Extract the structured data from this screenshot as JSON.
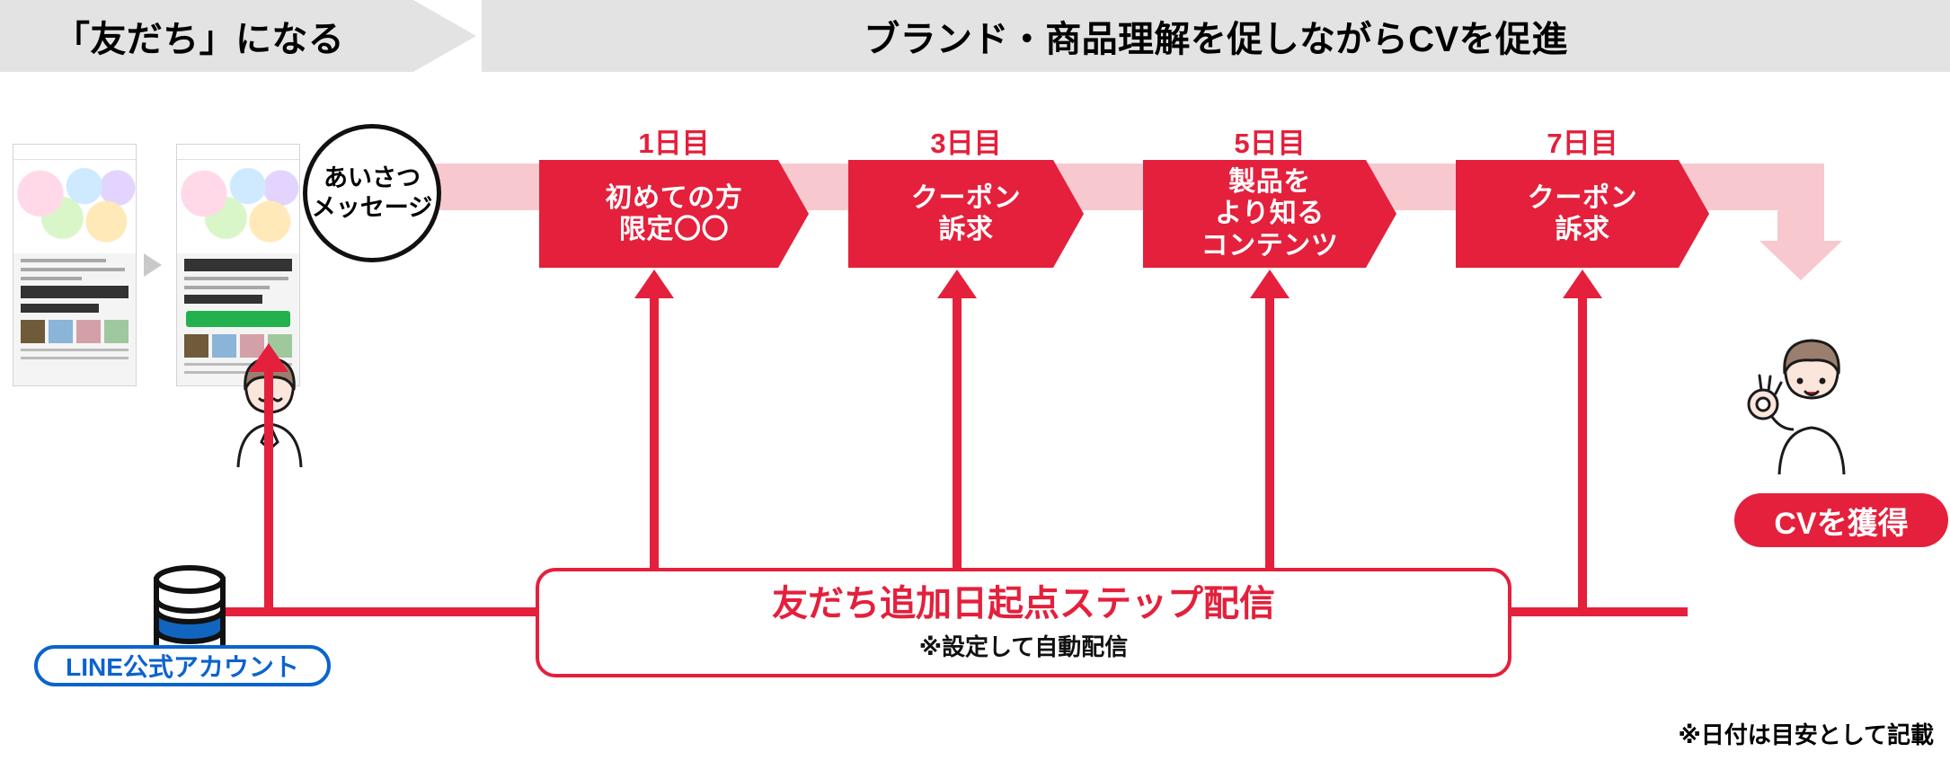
{
  "header": {
    "phase_1": "「友だち」になる",
    "phase_2": "ブランド・商品理解を促しながらCVを促進"
  },
  "greeting": {
    "line1": "あいさつ",
    "line2": "メッセージ"
  },
  "steps": [
    {
      "day_label": "1日目",
      "line1": "初めての方",
      "line2": "限定〇〇",
      "line3": ""
    },
    {
      "day_label": "3日目",
      "line1": "クーポン",
      "line2": "訴求",
      "line3": ""
    },
    {
      "day_label": "5日目",
      "line1": "製品を",
      "line2": "より知る",
      "line3": "コンテンツ"
    },
    {
      "day_label": "7日目",
      "line1": "クーポン",
      "line2": "訴求",
      "line3": ""
    }
  ],
  "source": {
    "badge_label": "LINE公式アカウント",
    "icon": "database-icon"
  },
  "step_panel": {
    "title": "友だち追加日起点ステップ配信",
    "subtitle": "※設定して自動配信"
  },
  "outcome": {
    "badge_label": "CVを獲得"
  },
  "footer": {
    "note": "※日付は目安として記載"
  },
  "colors": {
    "red": "#e4203c",
    "pale_pink": "#f8c8cf",
    "banner_gray": "#e3e3e3",
    "line_blue": "#0b63ce",
    "black": "#000000"
  }
}
